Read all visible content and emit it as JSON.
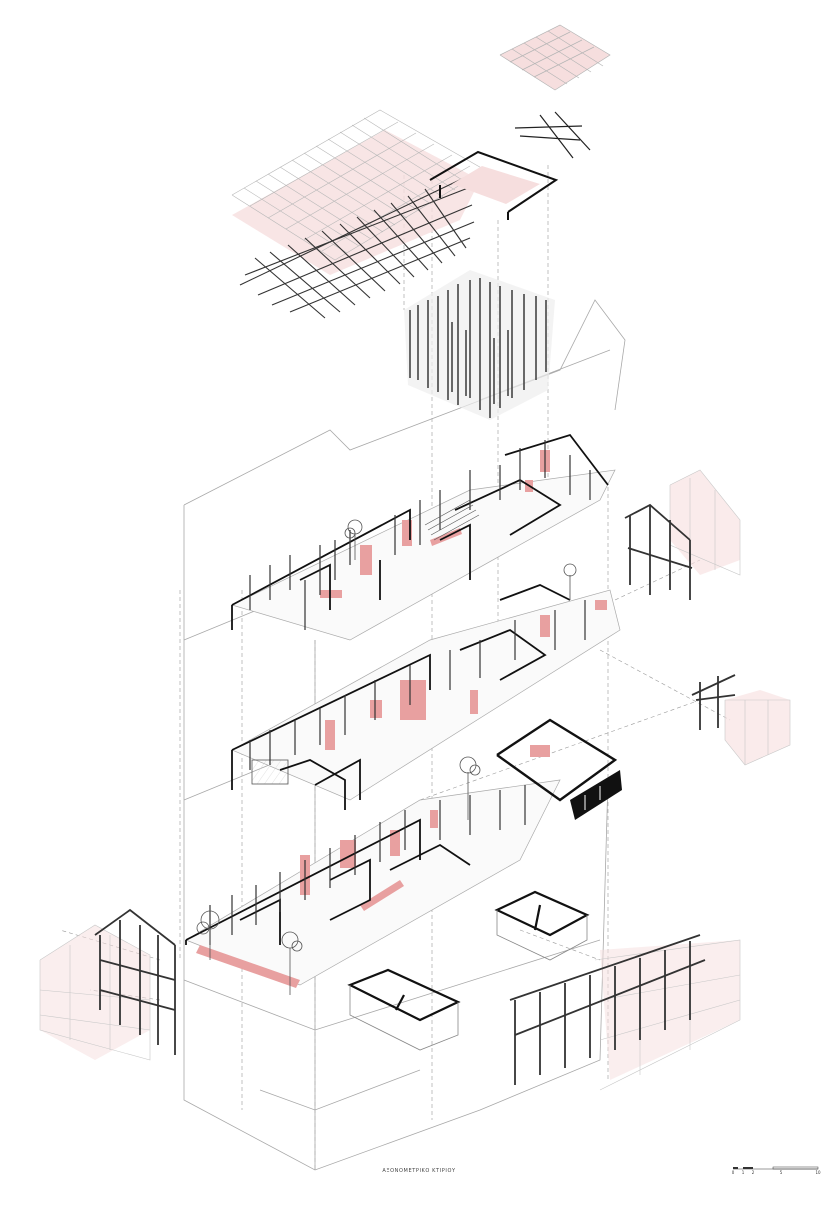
{
  "drawing": {
    "caption": "ΑΞΟΝΟΜΕΤΡΙΚΟ ΚΤΙΡΙΟΥ",
    "scale_labels": [
      "0",
      "1",
      "2",
      "5",
      "10"
    ],
    "colors": {
      "line": "#2a2a2a",
      "faint": "#bdbdbd",
      "accent": "#e8a0a0",
      "accent_light": "#f6dede",
      "solid": "#111111"
    }
  }
}
